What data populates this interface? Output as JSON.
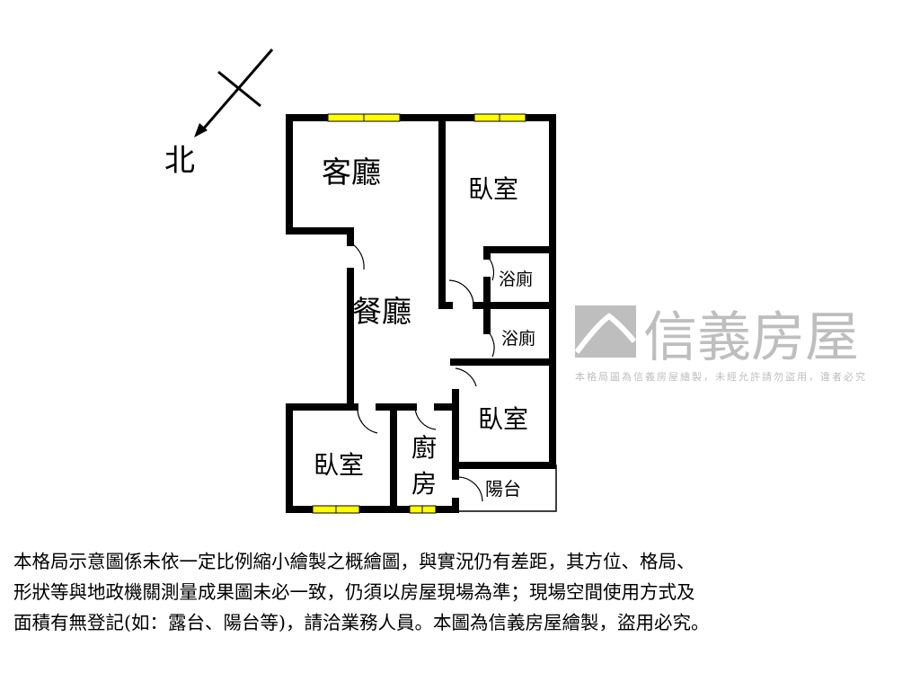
{
  "compass": {
    "north_label": "北"
  },
  "rooms": {
    "living_room": "客廳",
    "dining_room": "餐廳",
    "bedroom_top": "臥室",
    "bathroom_1": "浴廁",
    "bathroom_2": "浴廁",
    "bedroom_right": "臥室",
    "bedroom_left": "臥室",
    "kitchen_line1": "廚",
    "kitchen_line2": "房",
    "balcony": "陽台"
  },
  "watermark": {
    "brand": "信義房屋",
    "notice": "本格局圖為信義房屋繪製，未經允許請勿盜用，違者必究"
  },
  "disclaimer": [
    "本格局示意圖係未依一定比例縮小繪製之概繪圖，與實況仍有差距，其方位、格局、",
    "形狀等與地政機關測量成果圖未必一致，仍須以房屋現場為準；現場空間使用方式及",
    "面積有無登記(如：露台、陽台等)，請洽業務人員。本圖為信義房屋繪製，盜用必究。"
  ],
  "colors": {
    "wall": "#000000",
    "window": "#ffff00",
    "watermark": "#9a9a9a"
  }
}
